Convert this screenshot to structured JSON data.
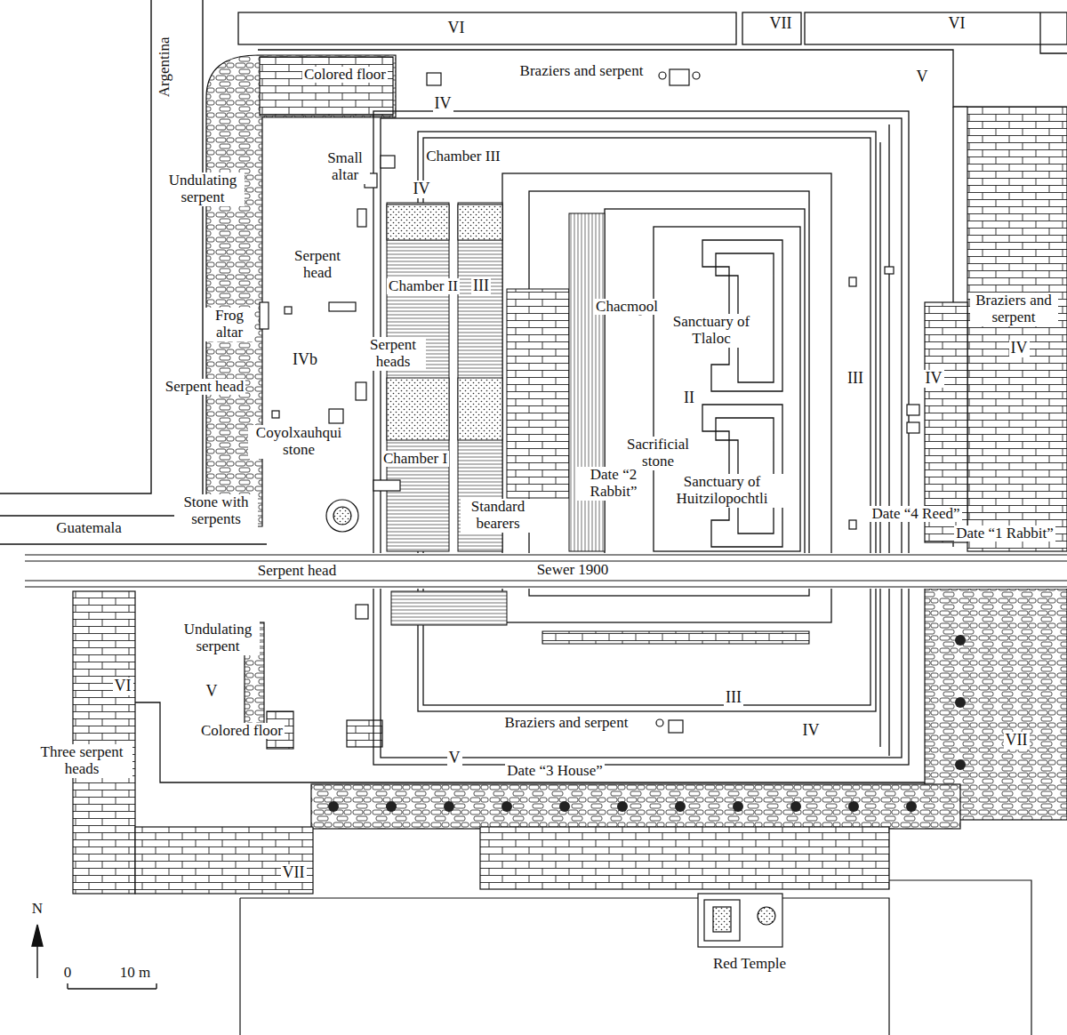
{
  "diagram": {
    "labels": [
      "Argentina",
      "VI",
      "VII",
      "VI",
      "V",
      "Colored floor",
      "Braziers and serpent",
      "IV",
      "Small altar",
      "Chamber III",
      "Undulating serpent",
      "IV",
      "Serpent head",
      "Chamber II",
      "III",
      "Frog altar",
      "Chacmool",
      "Braziers and serpent",
      "Sanctuary of Tlaloc",
      "IV",
      "IVb",
      "Serpent heads",
      "II",
      "III",
      "IV",
      "Serpent head",
      "Coyolxauhqui stone",
      "Sacrificial stone",
      "Chamber I",
      "Date “2 Rabbit”",
      "Sanctuary of Huitzilopochtli",
      "Stone with serpents",
      "Standard bearers",
      "Date “4 Reed”",
      "Date “1 Rabbit”",
      "Guatemala",
      "Sewer 1900",
      "Serpent head",
      "Undulating serpent",
      "VI",
      "V",
      "III",
      "Braziers and serpent",
      "IV",
      "Colored floor",
      "VII",
      "Three serpent heads",
      "V",
      "Date “3 House”",
      "VII",
      "Red Temple",
      "N",
      "0",
      "10 m"
    ]
  }
}
